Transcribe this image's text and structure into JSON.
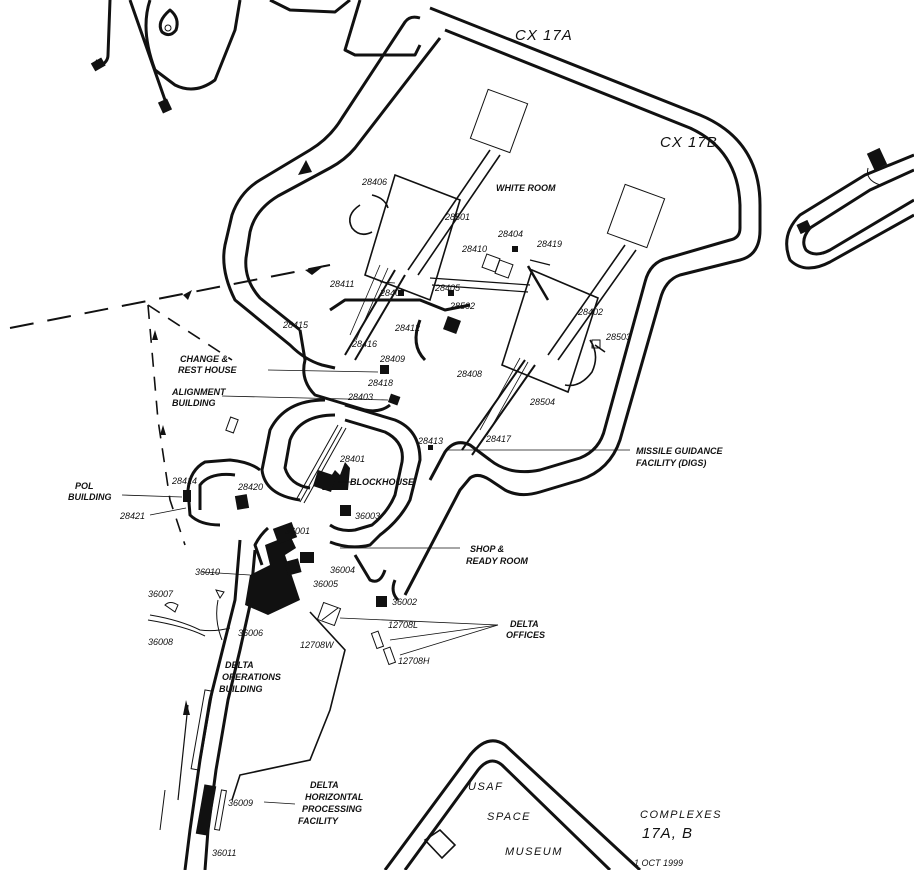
{
  "complex_labels": {
    "cx17a": "CX 17A",
    "cx17b": "CX 17B"
  },
  "legend": {
    "complexes": "COMPLEXES",
    "name": "17A, B",
    "date": "1 OCT 1999"
  },
  "museum": {
    "line1": "USAF",
    "line2": "SPACE",
    "line3": "MUSEUM"
  },
  "facilities": {
    "white_room": "WHITE ROOM",
    "change_rest_1": "CHANGE &",
    "change_rest_2": "REST HOUSE",
    "alignment_1": "ALIGNMENT",
    "alignment_2": "BUILDING",
    "pol_1": "POL",
    "pol_2": "BUILDING",
    "blockhouse": "BLOCKHOUSE",
    "shop_1": "SHOP &",
    "shop_2": "READY ROOM",
    "missile_1": "MISSILE GUIDANCE",
    "missile_2": "FACILITY (DIGS)",
    "delta_offices_1": "DELTA",
    "delta_offices_2": "OFFICES",
    "delta_ops_1": "DELTA",
    "delta_ops_2": "OPERATIONS",
    "delta_ops_3": "BUILDING",
    "delta_hpf_1": "DELTA",
    "delta_hpf_2": "HORIZONTAL",
    "delta_hpf_3": "PROCESSING",
    "delta_hpf_4": "FACILITY"
  },
  "building_numbers": {
    "b28406": "28406",
    "b28501": "28501",
    "b28410": "28410",
    "b28404": "28404",
    "b28419": "28419",
    "b28411": "28411",
    "b28407": "28407",
    "b28405": "28405",
    "b28502": "28502",
    "b28402": "28402",
    "b28415": "28415",
    "b28412": "28412",
    "b28503": "28503",
    "b28416": "28416",
    "b28409": "28409",
    "b28418": "28418",
    "b28408": "28408",
    "b28403": "28403",
    "b28504": "28504",
    "b28413": "28413",
    "b28417": "28417",
    "b28401": "28401",
    "b28414": "28414",
    "b28420": "28420",
    "b28421": "28421",
    "b36003": "36003",
    "b36001": "36001",
    "b36010": "36010",
    "b36004": "36004",
    "b36005": "36005",
    "b36007": "36007",
    "b36002": "36002",
    "b12708l": "12708L",
    "b36008": "36008",
    "b36006": "36006",
    "b12708w": "12708W",
    "b12708h": "12708H",
    "b36009": "36009",
    "b36011": "36011"
  },
  "colors": {
    "ink": "#111111",
    "paper": "#ffffff"
  }
}
